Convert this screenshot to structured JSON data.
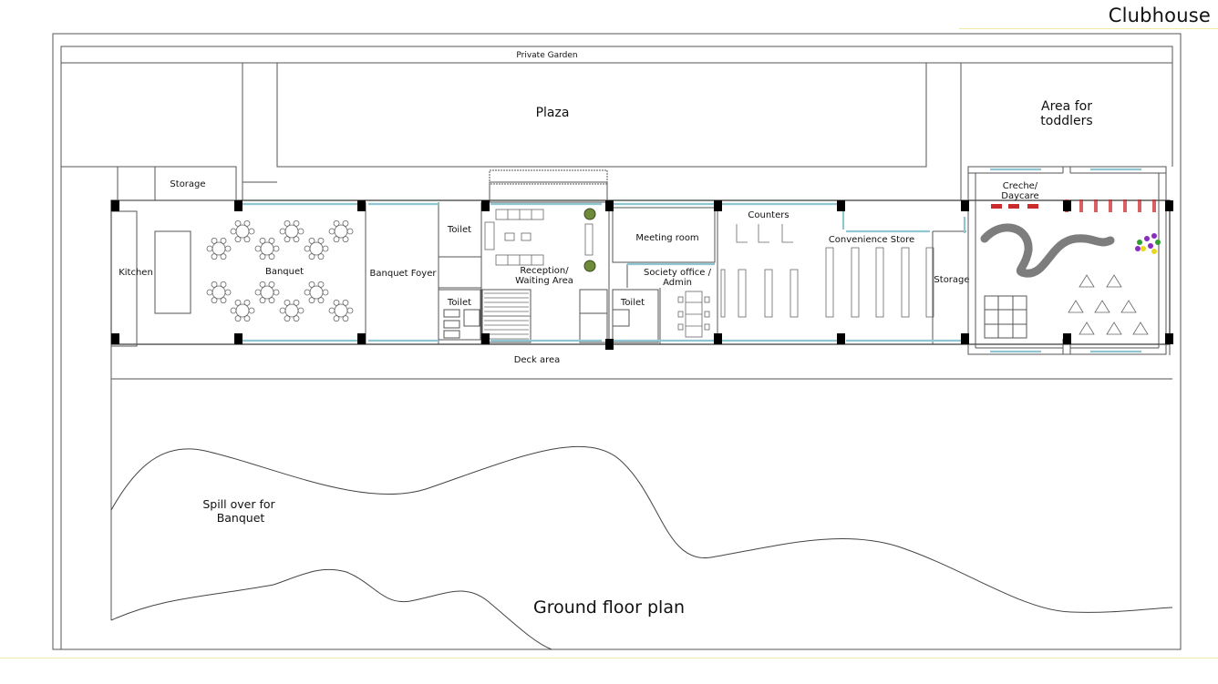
{
  "header": {
    "title": "Clubhouse"
  },
  "plan": {
    "title": "Ground floor plan",
    "labels": {
      "private_garden": "Private Garden",
      "plaza": "Plaza",
      "toddlers": [
        "Area for",
        "toddlers"
      ],
      "storage_top": "Storage",
      "kitchen": "Kitchen",
      "banquet": "Banquet",
      "banquet_foyer": "Banquet Foyer",
      "toilet_upper": "Toilet",
      "toilet_lower_left": "Toilet",
      "reception": [
        "Reception/",
        "Waiting Area"
      ],
      "toilet_lower_right": "Toilet",
      "meeting_room": "Meeting room",
      "society_office": [
        "Society office /",
        "Admin"
      ],
      "counters": "Counters",
      "convenience_store": "Convenience Store",
      "storage_right": "Storage",
      "creche": [
        "Creche/",
        "Daycare"
      ],
      "deck_area": "Deck area",
      "spill_over": [
        "Spill over for",
        "Banquet"
      ]
    }
  },
  "colors": {
    "glazing": "#8fc6d2",
    "rule": "#f0eaa6",
    "plant": "#6e8a3a",
    "kids_red": "#cc2b2b",
    "path_grey": "#7d7d7d",
    "dot_purple": "#8a2cc0",
    "dot_yellow": "#e7d81c",
    "dot_green": "#2fa02f"
  }
}
